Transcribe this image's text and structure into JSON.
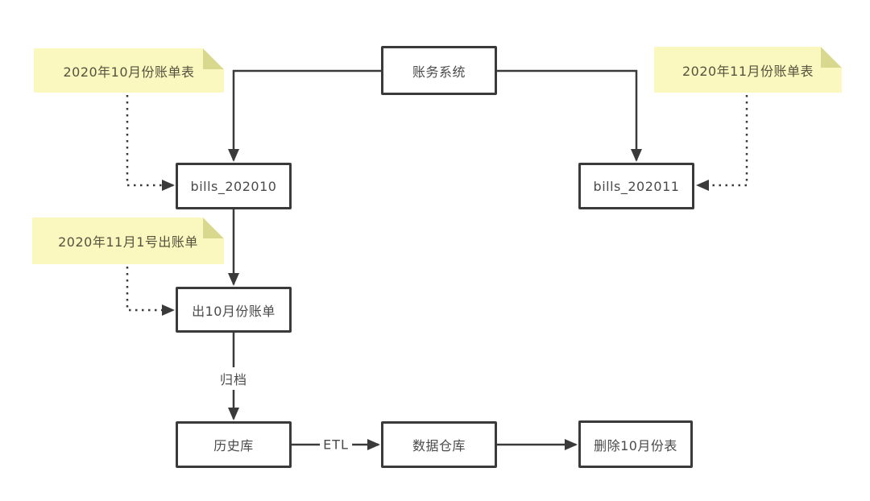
{
  "diagram": {
    "nodes": {
      "billing_system": "账务系统",
      "bills_202010": "bills_202010",
      "bills_202011": "bills_202011",
      "issue_october_bill": "出10月份账单",
      "history_db": "历史库",
      "data_warehouse": "数据仓库",
      "delete_october_table": "删除10月份表"
    },
    "notes": {
      "october_bill_table": "2020年10月份账单表",
      "november_bill_table": "2020年11月份账单表",
      "issue_bill_date": "2020年11月1号出账单"
    },
    "edge_labels": {
      "archive": "归档",
      "etl": "ETL"
    },
    "colors": {
      "line": "#3a3a3a",
      "node_border": "#3a3a3a",
      "node_background": "#ffffff",
      "note_background": "#faf8be",
      "note_fold": "#d8d88e",
      "text": "#4a4a4a"
    }
  }
}
